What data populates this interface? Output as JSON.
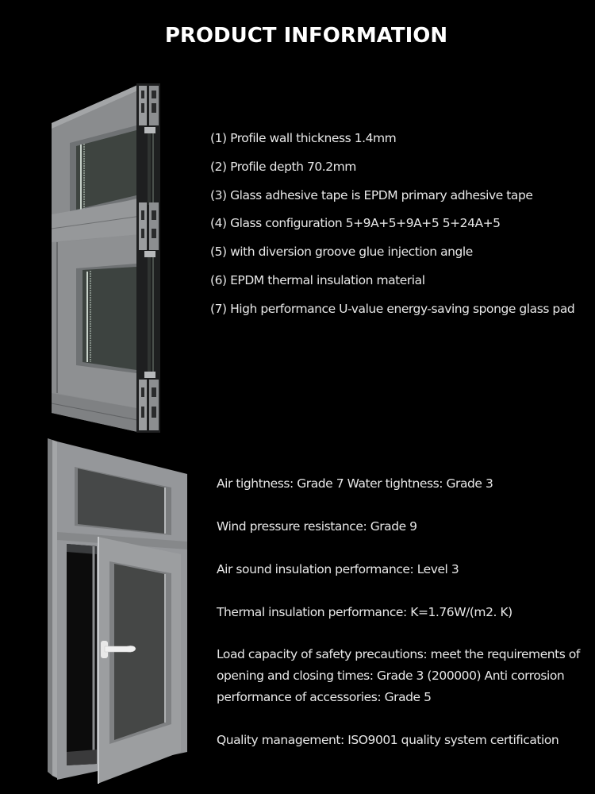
{
  "header": {
    "title": "PRODUCT INFORMATION"
  },
  "profile_image": {
    "alt": "Window profile cross-section with triple glazing",
    "frame_color": "#8c8e90",
    "glass_color": "#3e4440"
  },
  "specifications": [
    "(1) Profile wall thickness 1.4mm",
    "(2) Profile depth 70.2mm",
    "(3) Glass adhesive tape is EPDM primary adhesive tape",
    "(4) Glass configuration 5+9A+5+9A+5 5+24A+5",
    "(5) with diversion groove glue injection angle",
    "(6) EPDM thermal insulation material",
    "(7) High performance U-value energy-saving sponge glass pad"
  ],
  "window_image": {
    "alt": "Casement window with transom, open sash and handle",
    "frame_color": "#95979a",
    "glass_color": "#454746"
  },
  "performance": [
    "Air tightness: Grade 7 Water tightness: Grade 3",
    "Wind pressure resistance: Grade 9",
    "Air sound insulation performance: Level 3",
    "Thermal insulation performance: K=1.76W/(m2. K)",
    {
      "lines": [
        "Load capacity of safety precautions: meet the requirements of",
        "opening and closing times: Grade 3 (200000) Anti corrosion",
        "performance of accessories: Grade 5"
      ]
    },
    "Quality management: ISO9001 quality system certification"
  ]
}
